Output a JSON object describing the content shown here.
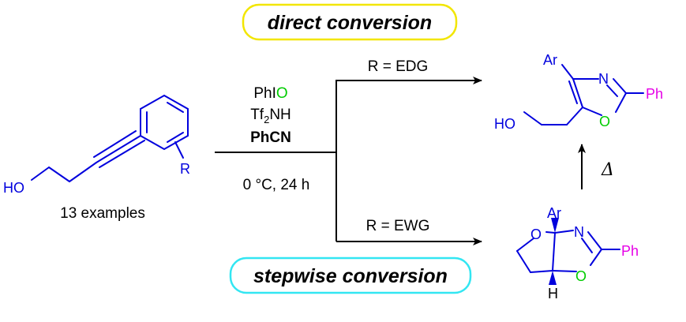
{
  "colors": {
    "bond": "#0000dd",
    "oxygen": "#00cc00",
    "nitrogen": "#0000dd",
    "phenyl": "#e600e6",
    "arrow": "#000000",
    "pill_top_border": "#f2e600",
    "pill_bottom_border": "#33e6f2"
  },
  "icons": {
    "reaction_arrow": "arrow-right-icon",
    "heat_arrow": "arrow-up-icon"
  },
  "pills": {
    "top": "direct conversion",
    "bottom": "stepwise conversion"
  },
  "starting_material": {
    "oh": "HO",
    "r": "R",
    "caption": "13 examples"
  },
  "reagents": {
    "oxidant_base": "PhI",
    "oxidant_o": "O",
    "acid_prefix": "Tf",
    "acid_sub": "2",
    "acid_suffix": "NH",
    "nitrile": "PhCN",
    "conditions": "0 °C, 24 h"
  },
  "branches": {
    "upper": "R = EDG",
    "lower": "R = EWG"
  },
  "product_top": {
    "ar": "Ar",
    "n": "N",
    "o": "O",
    "ph": "Ph",
    "ho": "HO"
  },
  "product_bottom": {
    "ar": "Ar",
    "n": "N",
    "o_ring": "O",
    "o_thf": "O",
    "ph": "Ph",
    "h": "H"
  },
  "heat": "Δ"
}
